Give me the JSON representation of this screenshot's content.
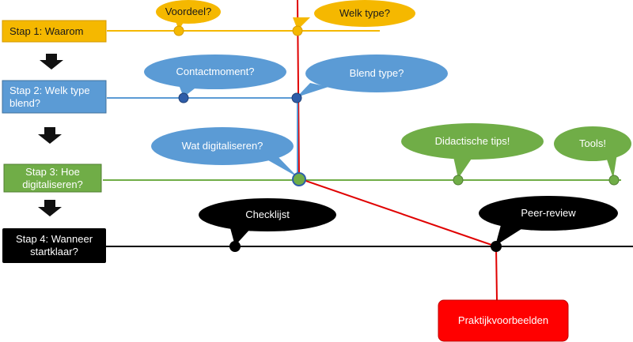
{
  "steps": {
    "step1": "Stap 1: Waarom",
    "step2": "Stap 2: Welk type blend?",
    "step3": "Stap 3: Hoe digitaliseren?",
    "step4": "Stap 4: Wanneer startklaar?"
  },
  "bubbles": {
    "voordeel": "Voordeel?",
    "welk_type": "Welk type?",
    "contactmoment": "Contactmoment?",
    "blend_type": "Blend type?",
    "wat_digitaliseren": "Wat digitaliseren?",
    "didactische_tips": "Didactische tips!",
    "tools": "Tools!",
    "checklijst": "Checklijst",
    "peer_review": "Peer-review"
  },
  "destination": "Praktijkvoorbeelden",
  "colors": {
    "step1": "#f5b800",
    "step2": "#5b9bd5",
    "step3": "#70ad47",
    "step4": "#000000",
    "path": "#e00000",
    "destination": "#ff0000"
  }
}
